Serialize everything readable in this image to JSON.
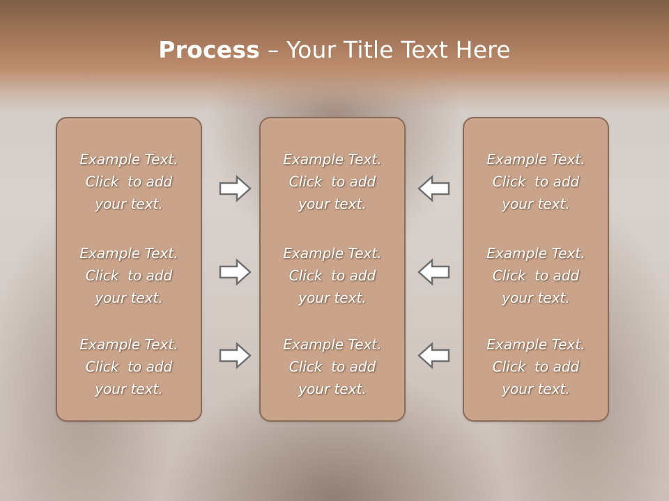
{
  "slide": {
    "title_bold": "Process",
    "title_rest": " – Your Title Text Here"
  },
  "columns": [
    {
      "items": [
        {
          "line1": "Example Text.",
          "line2": "Click  to add",
          "line3": "your text."
        },
        {
          "line1": "Example Text.",
          "line2": "Click  to add",
          "line3": "your text."
        },
        {
          "line1": "Example Text.",
          "line2": "Click  to add",
          "line3": "your text."
        }
      ]
    },
    {
      "items": [
        {
          "line1": "Example Text.",
          "line2": "Click  to add",
          "line3": "your text."
        },
        {
          "line1": "Example Text.",
          "line2": "Click  to add",
          "line3": "your text."
        },
        {
          "line1": "Example Text.",
          "line2": "Click  to add",
          "line3": "your text."
        }
      ]
    },
    {
      "items": [
        {
          "line1": "Example Text.",
          "line2": "Click  to add",
          "line3": "your text."
        },
        {
          "line1": "Example Text.",
          "line2": "Click  to add",
          "line3": "your text."
        },
        {
          "line1": "Example Text.",
          "line2": "Click  to add",
          "line3": "your text."
        }
      ]
    }
  ],
  "arrows": {
    "left_group": [
      "right-arrow-icon",
      "right-arrow-icon",
      "right-arrow-icon"
    ],
    "right_group": [
      "left-arrow-icon",
      "left-arrow-icon",
      "left-arrow-icon"
    ]
  },
  "colors": {
    "title_band": "#a5785b",
    "box_fill": "#c9a48a",
    "box_border": "#8c6b58",
    "text": "#ffffff",
    "arrow_fill": "#ffffff",
    "arrow_stroke": "#6e6e6e"
  }
}
